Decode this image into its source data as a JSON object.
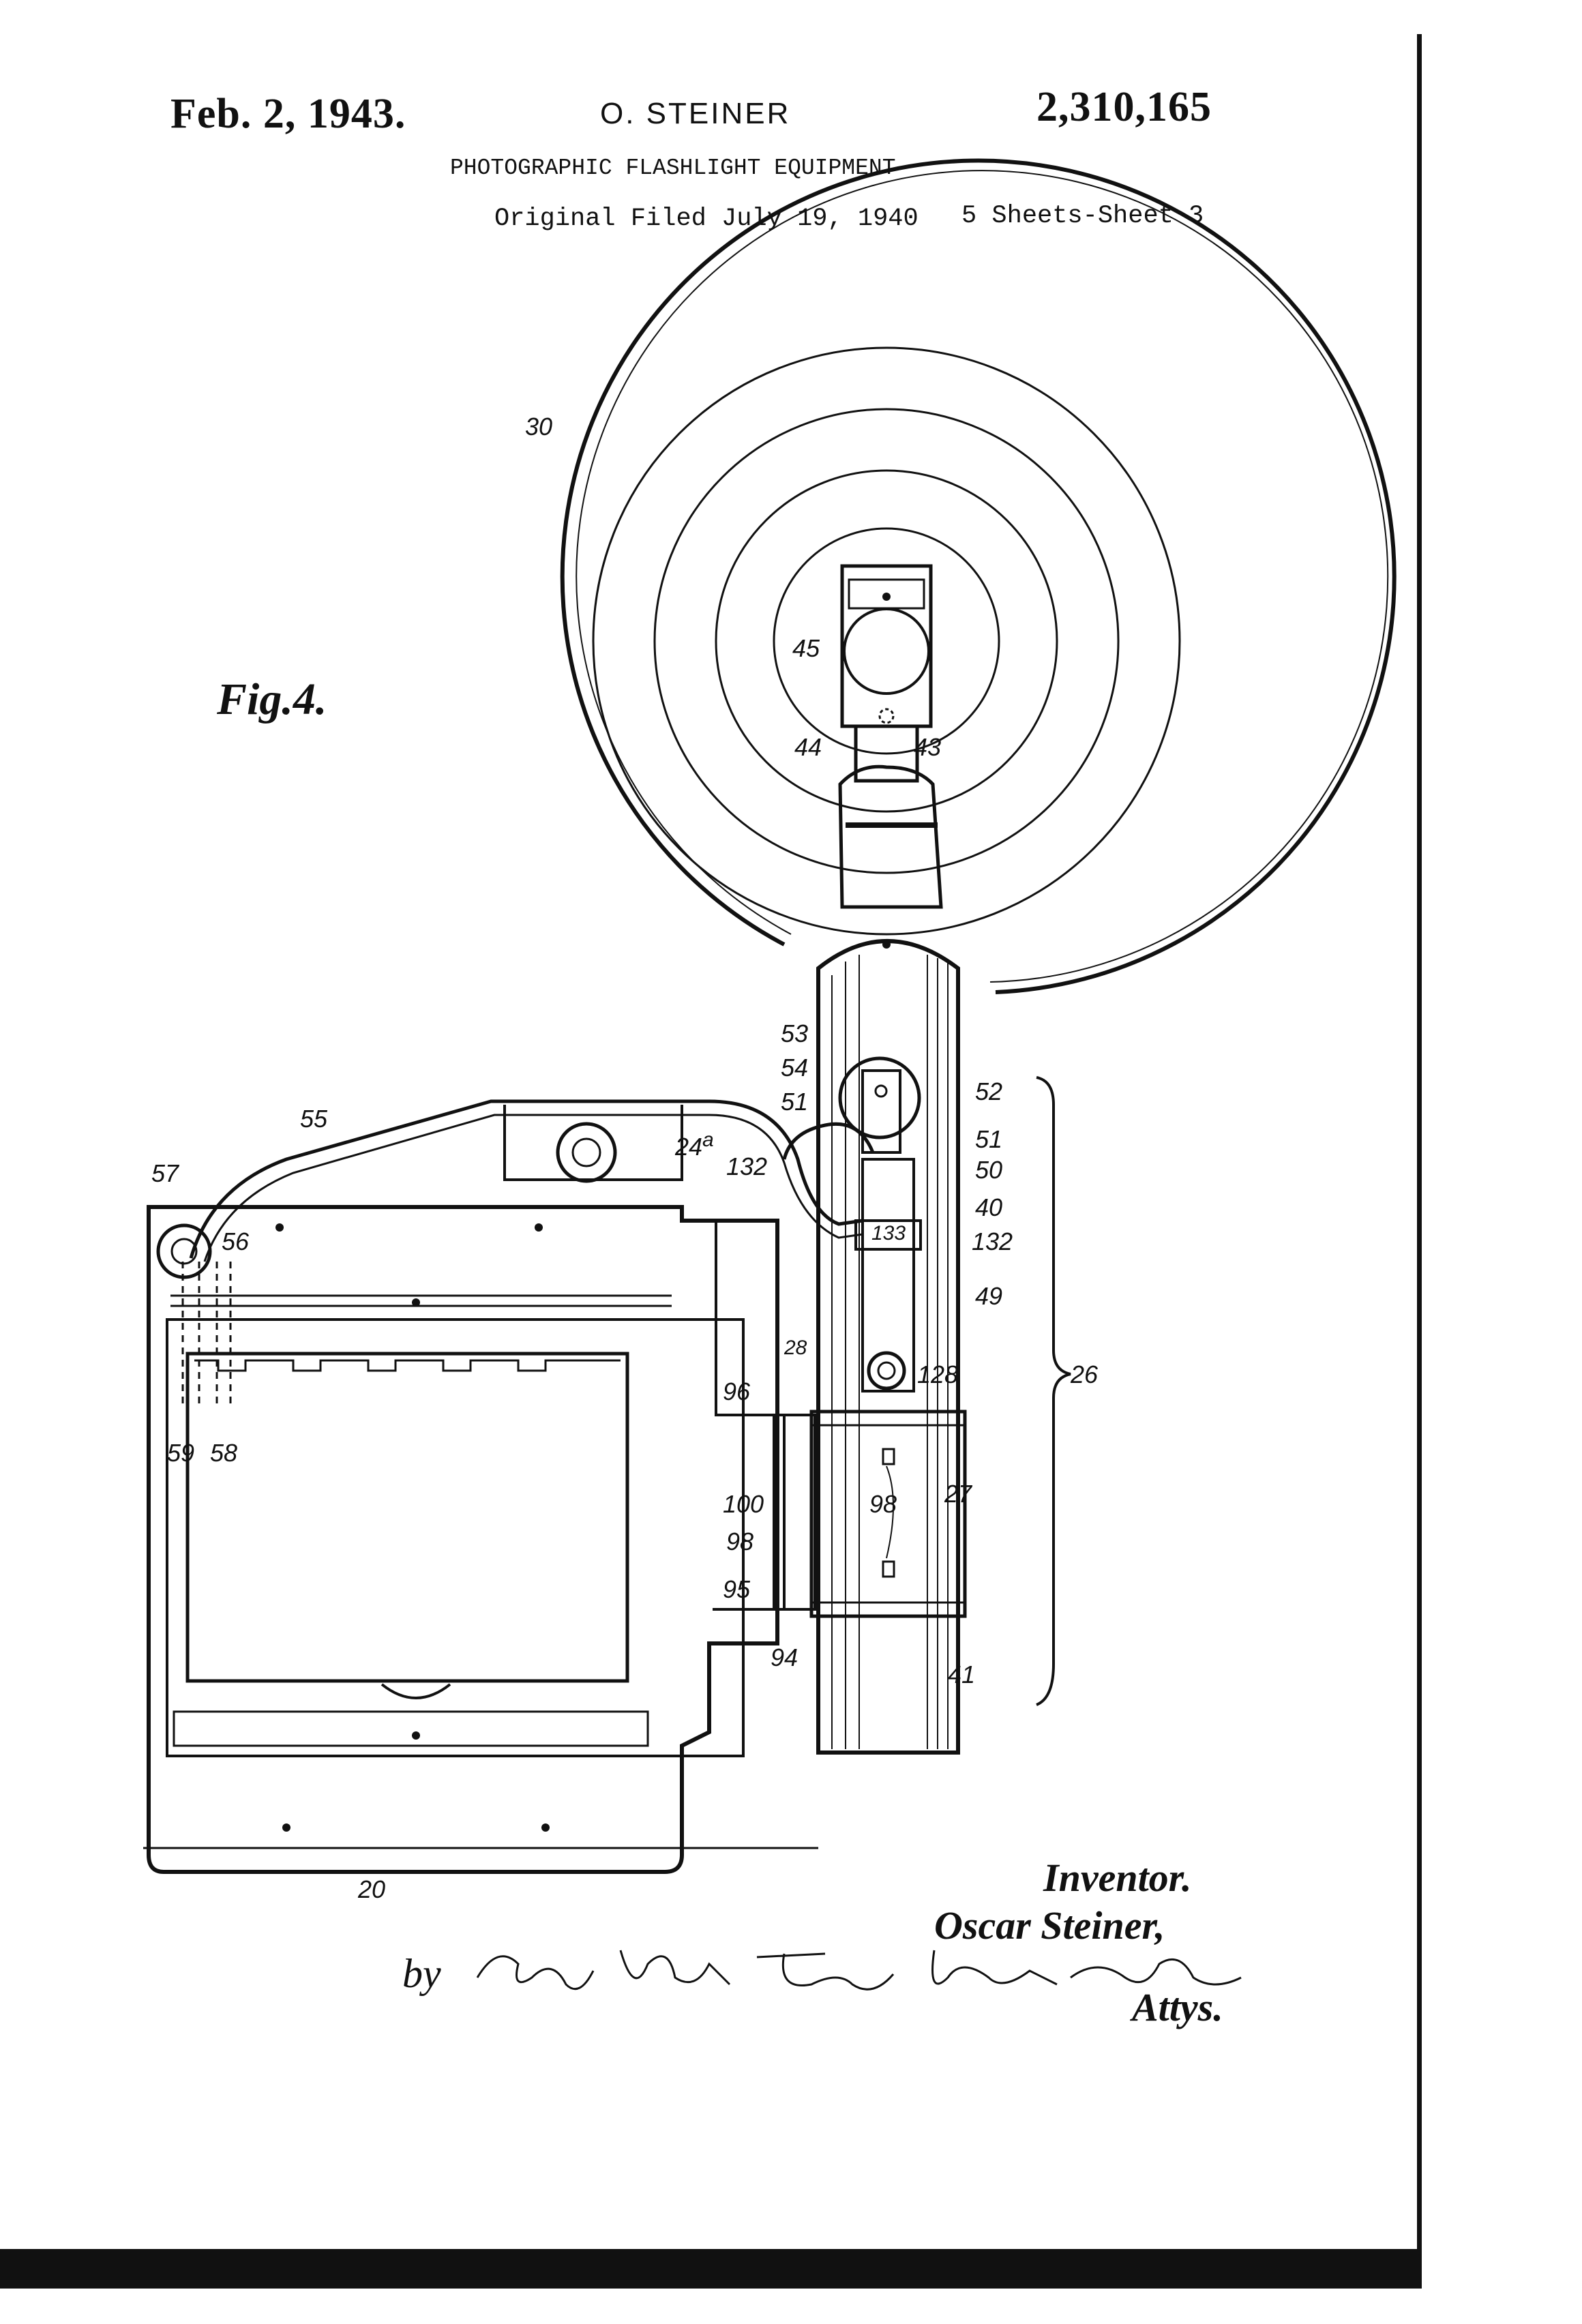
{
  "header": {
    "date": "Feb. 2, 1943.",
    "inventor_name": "O. STEINER",
    "patent_number": "2,310,165",
    "title": "PHOTOGRAPHIC FLASHLIGHT EQUIPMENT",
    "filed": "Original Filed July 19, 1940",
    "sheet": "5 Sheets-Sheet 3"
  },
  "figure": {
    "label": "Fig.4.",
    "refs": {
      "r30": "30",
      "r45": "45",
      "r44": "44",
      "r43": "43",
      "r53": "53",
      "r54": "54",
      "r51a": "51",
      "r52": "52",
      "r51b": "51",
      "r55": "55",
      "r24a": "24",
      "r24a_sup": "a",
      "r132a": "132",
      "r50": "50",
      "r40": "40",
      "r57": "57",
      "r56": "56",
      "r133": "133",
      "r132b": "132",
      "r49": "49",
      "r28": "28",
      "r96": "96",
      "r128": "128",
      "r26": "26",
      "r59": "59",
      "r58": "58",
      "r98a": "98",
      "r27": "27",
      "r100": "100",
      "r98b": "98",
      "r95": "95",
      "r94": "94",
      "r41": "41",
      "r20": "20"
    }
  },
  "signature": {
    "inventor_heading": "Inventor.",
    "inventor": "Oscar Steiner,",
    "by": "by",
    "attorneys": "Emery, Booth, Townsend, Miller and Weidner",
    "attys_label": "Attys."
  },
  "colors": {
    "ink": "#111111",
    "paper": "#ffffff"
  }
}
